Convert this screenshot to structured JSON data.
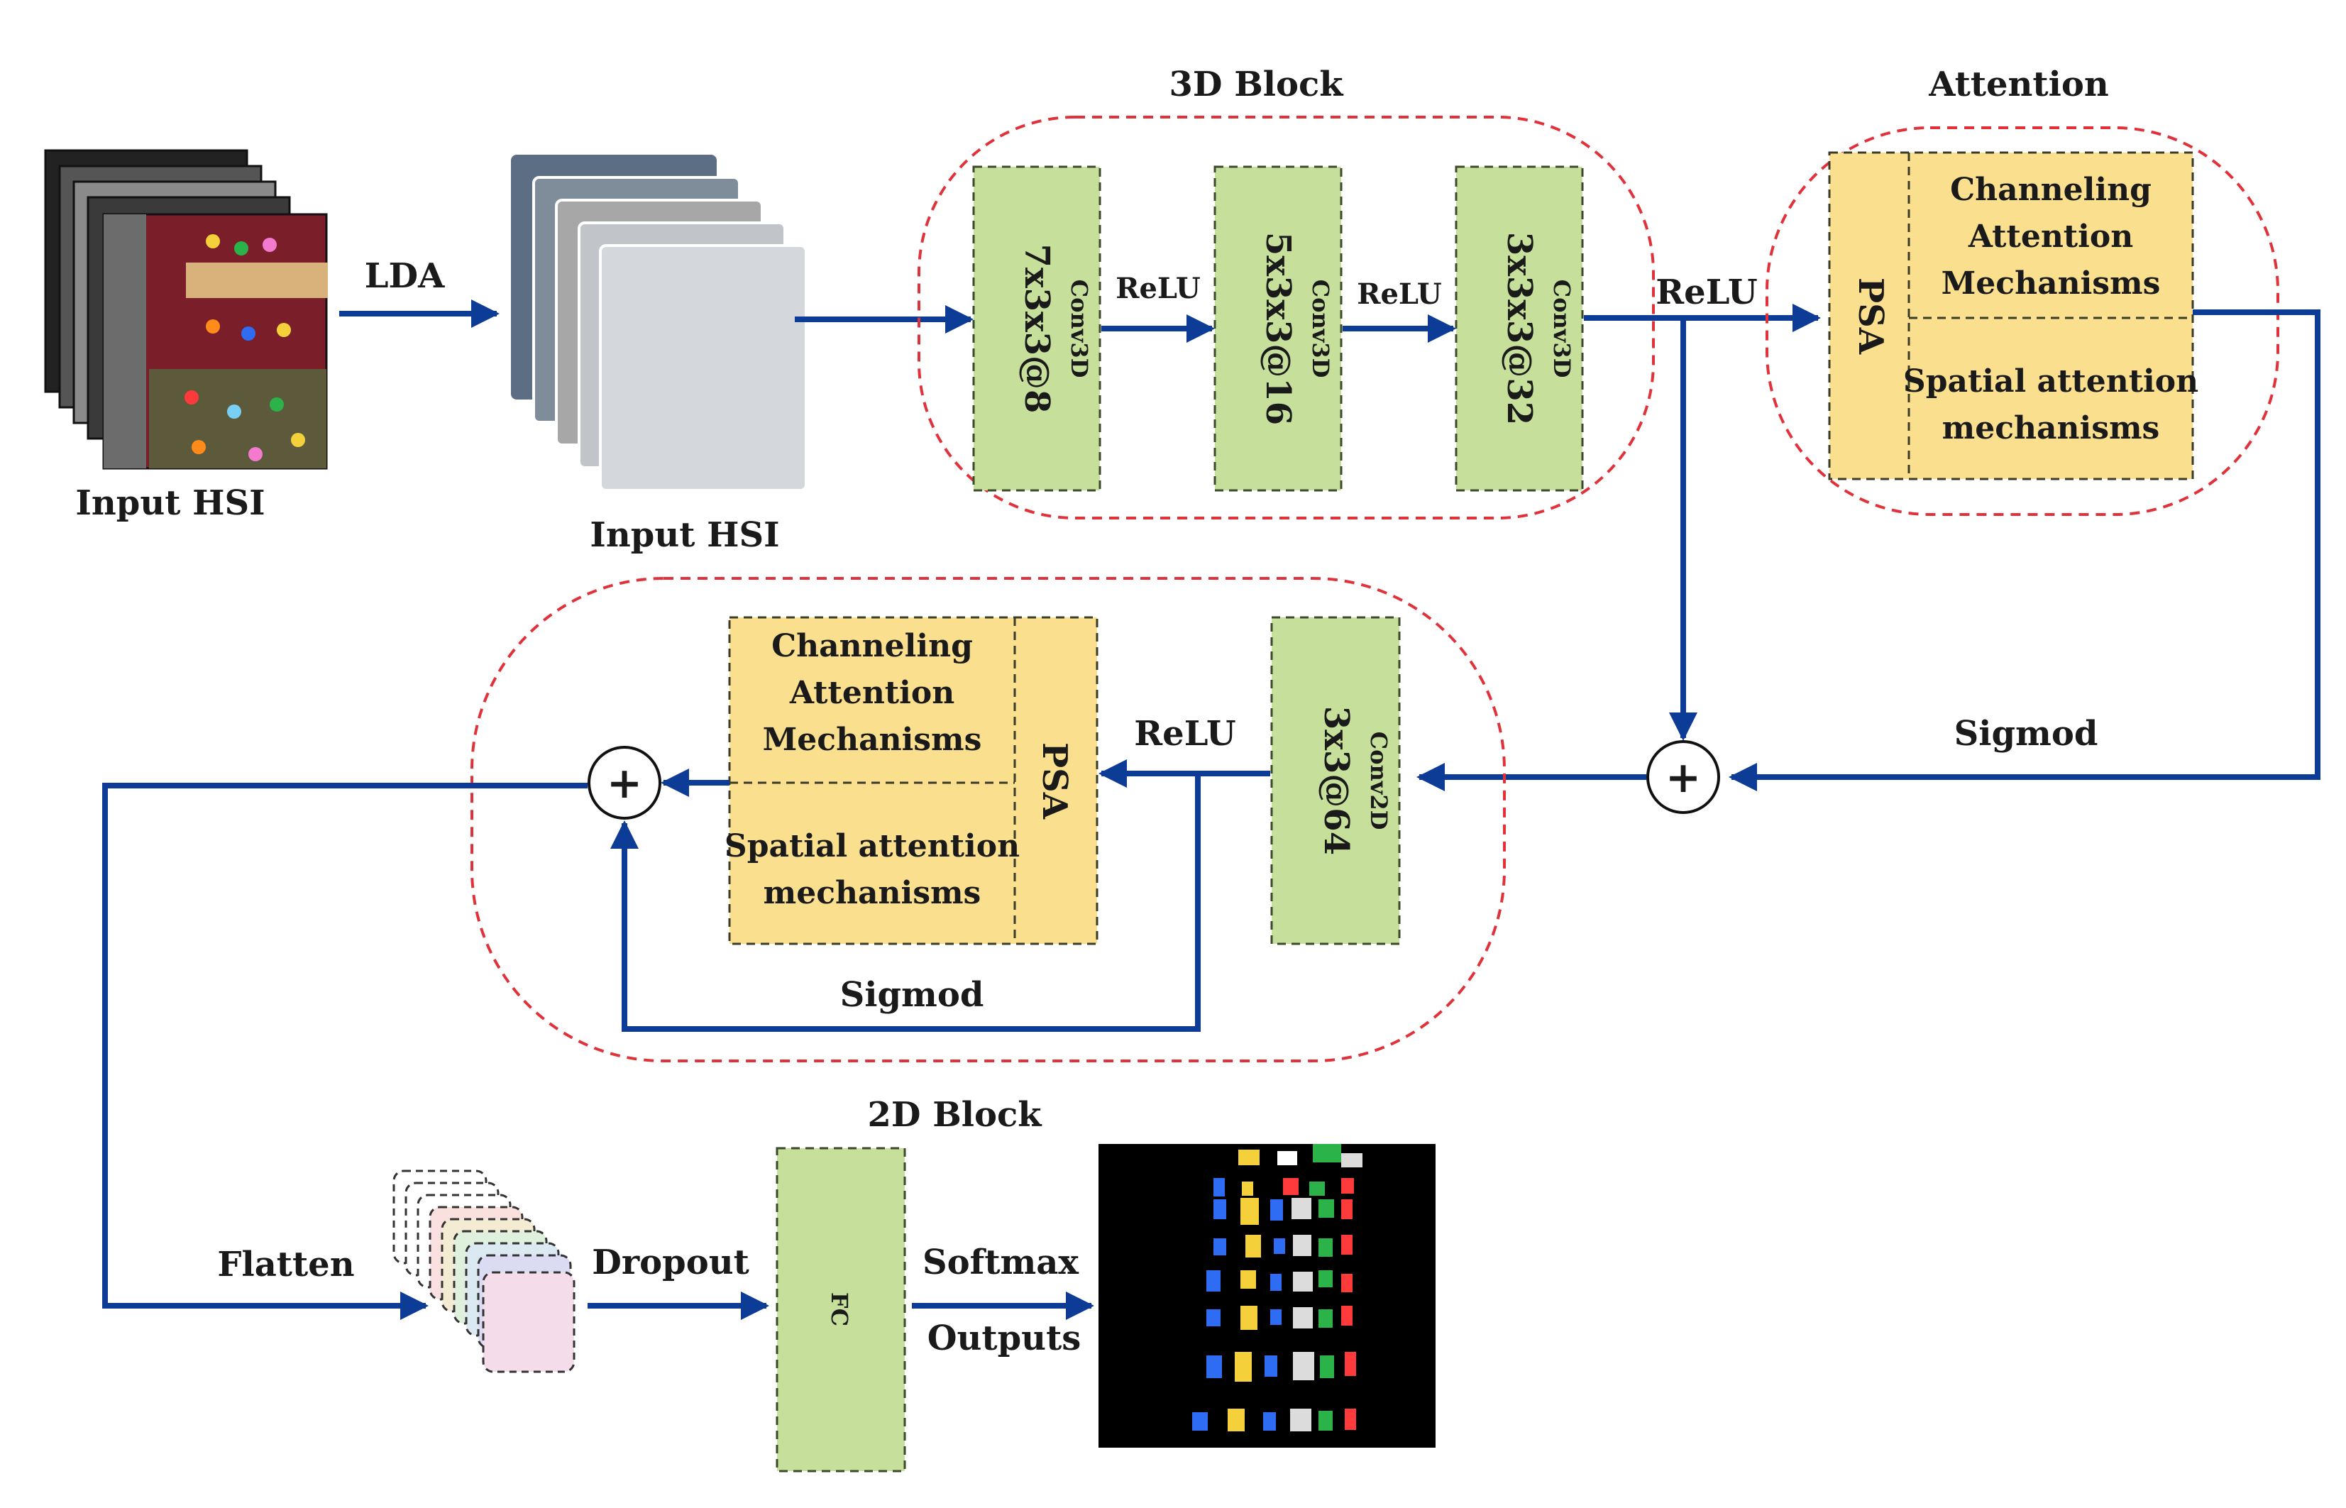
{
  "labels": {
    "input_hsi_1": "Input HSI",
    "input_hsi_2": "Input HSI",
    "lda": "LDA",
    "block3d_title": "3D Block",
    "attention_title": "Attention",
    "block2d_title": "2D Block",
    "relu_1": "ReLU",
    "relu_2": "ReLU",
    "relu_3": "ReLU",
    "relu_4": "ReLU",
    "sigmod_1": "Sigmod",
    "sigmod_2": "Sigmod",
    "flatten": "Flatten",
    "dropout": "Dropout",
    "softmax": "Softmax",
    "outputs": "Outputs",
    "plus_1": "+",
    "plus_2": "+"
  },
  "conv3d": [
    {
      "type": "Conv3D",
      "spec": "7x3x3@8"
    },
    {
      "type": "Conv3D",
      "spec": "5x3x3@16"
    },
    {
      "type": "Conv3D",
      "spec": "3x3x3@32"
    }
  ],
  "conv2d": {
    "type": "Conv2D",
    "spec": "3x3@64"
  },
  "fc": {
    "label": "FC"
  },
  "psa_top": {
    "psa": "PSA",
    "channel_1": "Channeling",
    "channel_2": "Attention",
    "channel_3": "Mechanisms",
    "spatial_1": "Spatial attention",
    "spatial_2": "mechanisms"
  },
  "psa_bottom": {
    "psa": "PSA",
    "channel_1": "Channeling",
    "channel_2": "Attention",
    "channel_3": "Mechanisms",
    "spatial_1": "Spatial attention",
    "spatial_2": "mechanisms"
  },
  "colors": {
    "arrow": "#0d3c97",
    "red_dash": "#e0323a",
    "green_box": "#c6df9b",
    "yellow_box": "#f9df8e"
  }
}
